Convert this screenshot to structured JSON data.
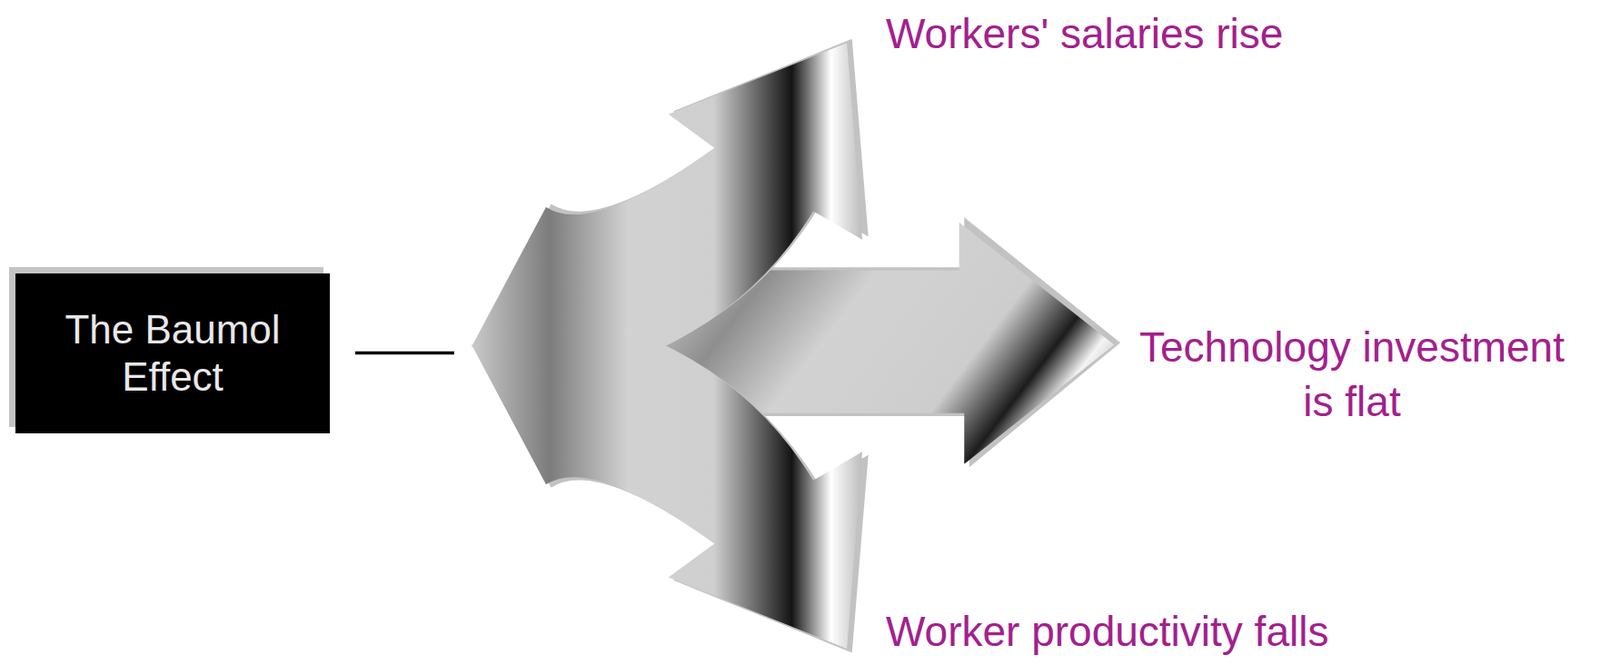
{
  "diagram": {
    "nodes": [
      {
        "text": [
          "The Baumol Effect"
        ]
      }
    ],
    "labels": [
      "Workers' salaries rise",
      "Technology investment is flat",
      "Worker productivity falls"
    ]
  }
}
